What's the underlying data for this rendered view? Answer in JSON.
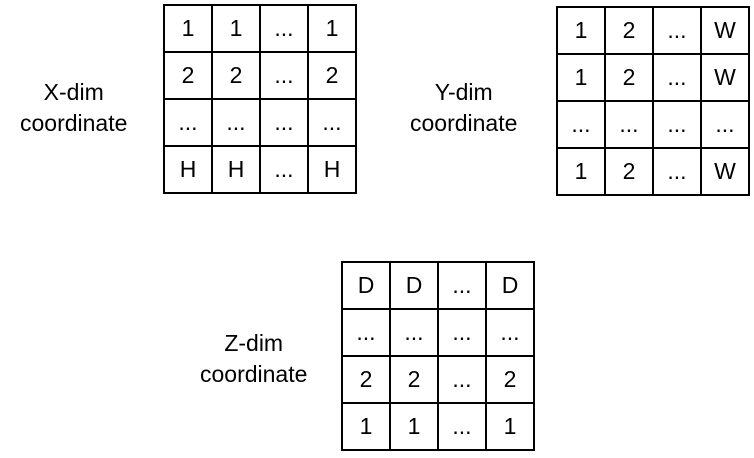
{
  "x_grid": {
    "label_line1": "X-dim",
    "label_line2": "coordinate",
    "rows": [
      [
        "1",
        "1",
        "...",
        "1"
      ],
      [
        "2",
        "2",
        "...",
        "2"
      ],
      [
        "...",
        "...",
        "...",
        "..."
      ],
      [
        "H",
        "H",
        "...",
        "H"
      ]
    ]
  },
  "y_grid": {
    "label_line1": "Y-dim",
    "label_line2": "coordinate",
    "rows": [
      [
        "1",
        "2",
        "...",
        "W"
      ],
      [
        "1",
        "2",
        "...",
        "W"
      ],
      [
        "...",
        "...",
        "...",
        "..."
      ],
      [
        "1",
        "2",
        "...",
        "W"
      ]
    ]
  },
  "z_grid": {
    "label_line1": "Z-dim",
    "label_line2": "coordinate",
    "rows": [
      [
        "D",
        "D",
        "...",
        "D"
      ],
      [
        "...",
        "...",
        "...",
        "..."
      ],
      [
        "2",
        "2",
        "...",
        "2"
      ],
      [
        "1",
        "1",
        "...",
        "1"
      ]
    ]
  }
}
